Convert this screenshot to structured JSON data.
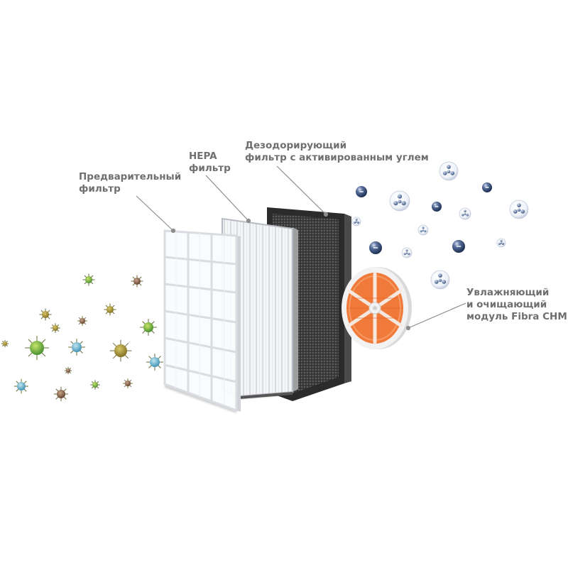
{
  "labels": {
    "prefilter": [
      "Предварительный",
      "фильтр"
    ],
    "hepa": [
      "HEPA",
      "фильтр"
    ],
    "deodorizing": [
      "Дезодорирующий",
      "фильтр с активированным углем"
    ],
    "humidifier": [
      "Увлажняющий",
      "и очищающий",
      "модуль Fibra CHM"
    ]
  },
  "colors": {
    "label_text": "#6f6f6f",
    "leader_line": "#8c8c8c",
    "carbon_filter": "#2b2b2b",
    "humidifier_core": "#f07a3a",
    "ion_dark": "#27406a"
  },
  "icons": {
    "pollutant": "germ-icon",
    "ion": "ion-sphere-icon",
    "molecule": "water-molecule-icon"
  }
}
